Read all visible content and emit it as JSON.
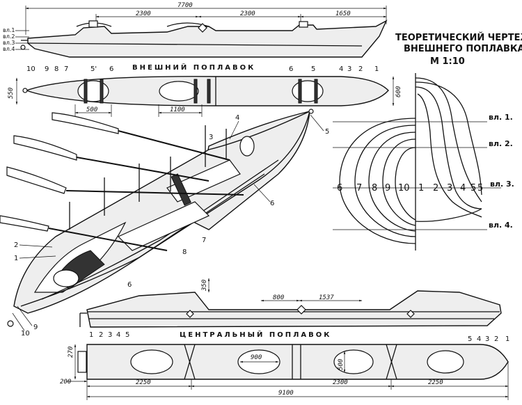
{
  "title": {
    "line1": "ТЕОРЕТИЧЕСКИЙ ЧЕРТЕЖ",
    "line2": "ВНЕШНЕГО ПОПЛАВКА",
    "scale": "М 1:10"
  },
  "outer_float": {
    "caption": "ВНЕШНИЙ ПОПЛАВОК",
    "dims_top": [
      "7700",
      "2300",
      "2300",
      "1650"
    ],
    "dims_plan": [
      "500",
      "1100"
    ],
    "dim_height": "550",
    "dim_width": "600",
    "waterlines": [
      "вл.1",
      "вл.2",
      "вл.3",
      "вл.4"
    ],
    "stations": [
      "10",
      "9",
      "8",
      "7",
      "5'",
      "6",
      "6",
      "5",
      "4",
      "3",
      "2",
      "1"
    ]
  },
  "body_plan": {
    "stations": [
      "6",
      "7",
      "8",
      "9",
      "10",
      "1",
      "2",
      "3",
      "4",
      "5",
      "5"
    ],
    "waterlines": [
      "вл. 1.",
      "вл. 2.",
      "вл. 3.",
      "вл. 4."
    ]
  },
  "perspective": {
    "callouts": [
      "4",
      "3",
      "5",
      "6",
      "2",
      "1",
      "7",
      "8",
      "6",
      "9",
      "10"
    ]
  },
  "central_float": {
    "caption": "ЦЕНТРАЛЬНЫЙ ПОПЛАВОК",
    "dims_top": [
      "350",
      "800",
      "1537"
    ],
    "dims_plan": [
      "900",
      "500",
      "270",
      "200",
      "2250",
      "2300",
      "2250",
      "9100"
    ],
    "stations_left": [
      "1",
      "2",
      "3",
      "4",
      "5"
    ],
    "stations_right": [
      "5",
      "4",
      "3",
      "2",
      "1"
    ]
  }
}
